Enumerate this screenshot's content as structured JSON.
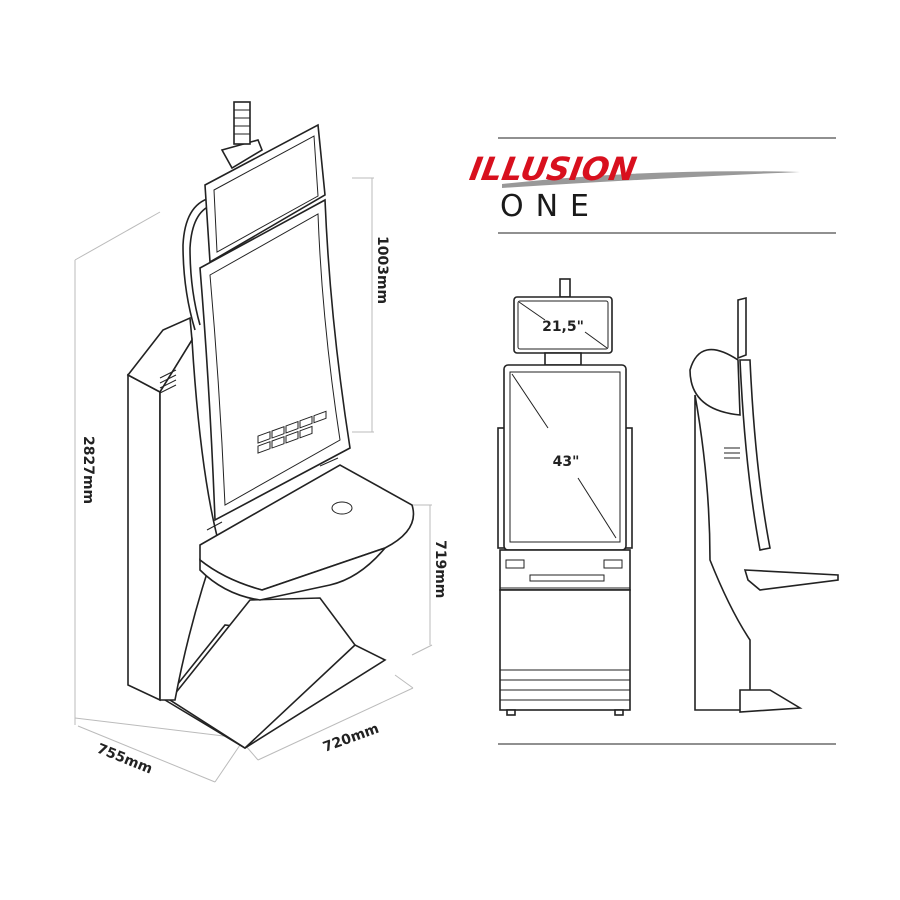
{
  "brand": {
    "name_top": "ILLUSION",
    "name_bottom": "ONE",
    "accent_color": "#d8101e",
    "text_color": "#1a1a1a"
  },
  "dimensions": {
    "screen_height": "1003mm",
    "total_height": "2827mm",
    "depth": "755mm",
    "width": "720mm",
    "deck_height": "719mm"
  },
  "screens": {
    "top_screen": "21,5\"",
    "main_screen": "43\""
  }
}
